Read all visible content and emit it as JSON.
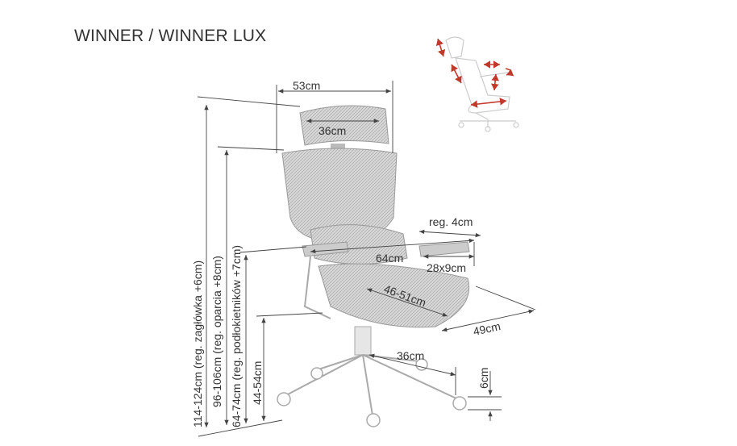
{
  "title": "WINNER / WINNER LUX",
  "dimensions": {
    "overall_width": "53cm",
    "headrest_width": "36cm",
    "armrest_adjust": "reg. 4cm",
    "seat_width": "64cm",
    "armrest_pad": "28x9cm",
    "seat_depth": "46-51cm",
    "seat_length": "49cm",
    "base_radius": "36cm",
    "wheel_height": "6cm",
    "total_height": "114-124cm (reg. zagłówka +6cm)",
    "backrest_height": "96-106cm (reg. oparcia  +8cm)",
    "armrest_height": "64-74cm (reg. podłokietników +7cm)",
    "seat_height": "44-54cm"
  },
  "colors": {
    "arrows": "#c0392b",
    "mesh": "#cfcfcf"
  }
}
